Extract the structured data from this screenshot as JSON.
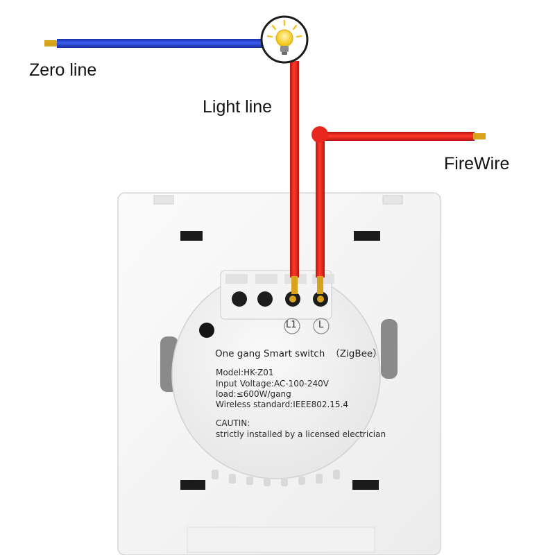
{
  "labels": {
    "zero_line": "Zero line",
    "light_line": "Light line",
    "fire_wire": "FireWire"
  },
  "device": {
    "title": "One gang Smart switch",
    "protocol": "（ZigBee）",
    "model": "Model:HK-Z01",
    "voltage": "Input Voltage:AC-100-240V",
    "load": "load:≤600W/gang",
    "wireless": "Wireless standard:IEEE802.15.4",
    "caution_title": "CAUTIN:",
    "caution_text": "strictly installed by a licensed electrician",
    "terminal_l1": "L1",
    "terminal_l": "L"
  },
  "colors": {
    "zero_wire": "#1f3cc8",
    "live_wire": "#e32119",
    "copper": "#d9a21c",
    "panel": "#f7f7f7",
    "module": "#efefef"
  },
  "icons": [
    "light-bulb-icon"
  ]
}
